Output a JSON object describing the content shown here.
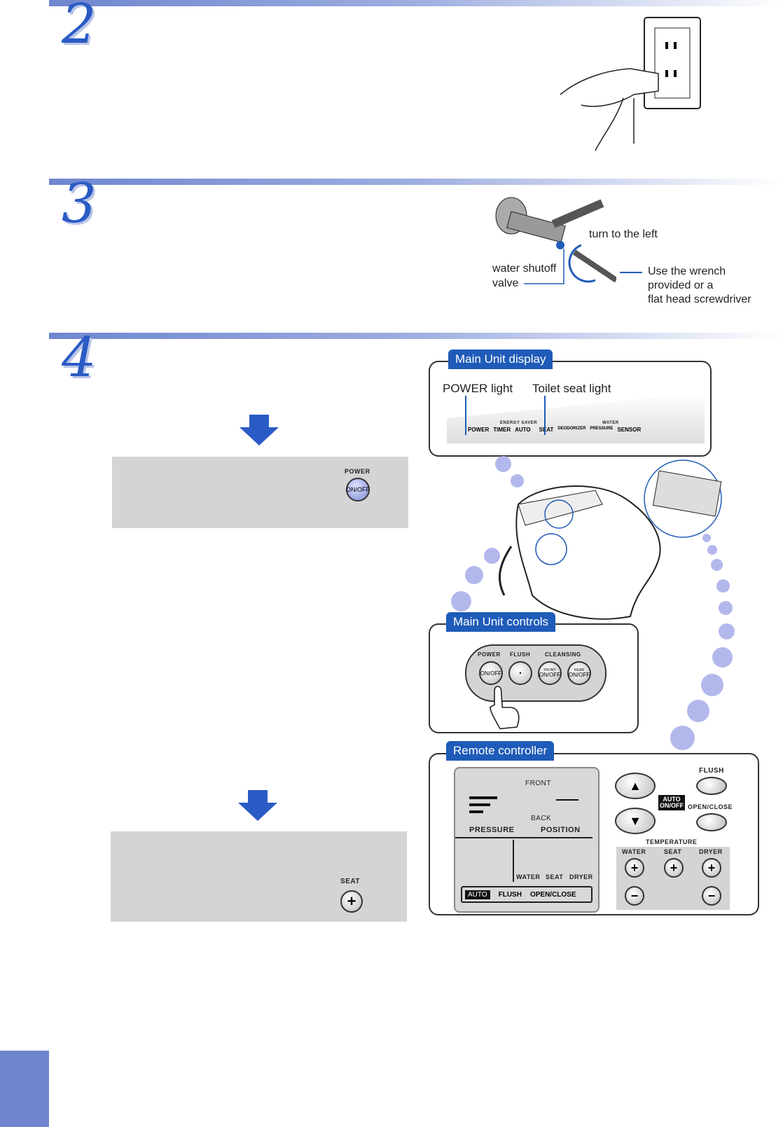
{
  "steps": [
    {
      "number": "2"
    },
    {
      "number": "3"
    },
    {
      "number": "4"
    }
  ],
  "step3": {
    "turn_label": "turn to the left",
    "valve_label_1": "water shutoff",
    "valve_label_2": "valve",
    "wrench_1": "Use the wrench",
    "wrench_2": "provided or a",
    "wrench_3": "flat head screwdriver"
  },
  "display": {
    "tag": "Main Unit display",
    "power_light": "POWER light",
    "seat_light": "Toilet seat light",
    "energy_saver": "ENERGY SAVER",
    "water": "WATER",
    "indicators": [
      "POWER",
      "TIMER",
      "AUTO",
      "SEAT",
      "DEODORIZER",
      "PRESSURE",
      "SENSOR"
    ]
  },
  "box1": {
    "power_label": "POWER",
    "button": "ON/OFF"
  },
  "box2": {
    "seat_label": "SEAT",
    "button": "+"
  },
  "controls": {
    "tag": "Main Unit controls",
    "labels": [
      "POWER",
      "FLUSH",
      "CLEANSING"
    ],
    "buttons": [
      "ON/OFF",
      "•",
      "ON/OFF",
      "ON/OFF"
    ],
    "sub": [
      "FRONT",
      "REAR"
    ]
  },
  "remote": {
    "tag": "Remote controller",
    "front": "FRONT",
    "back": "BACK",
    "pressure": "PRESSURE",
    "position": "POSITION",
    "bars": [
      "WATER",
      "SEAT",
      "DRYER"
    ],
    "auto": "AUTO",
    "flush": "FLUSH",
    "open_close": "OPEN/CLOSE",
    "flush_btn": "FLUSH",
    "auto_onoff_1": "AUTO",
    "auto_onoff_2": "ON/OFF",
    "open_close_btn": "OPEN/CLOSE",
    "temperature": "TEMPERATURE",
    "temp": [
      "WATER",
      "SEAT",
      "DRYER"
    ]
  },
  "colors": {
    "accent": "#1f5bb8",
    "bar": "#6f86cf",
    "bubble": "#b3b8ec",
    "box": "#d4d4d4"
  }
}
